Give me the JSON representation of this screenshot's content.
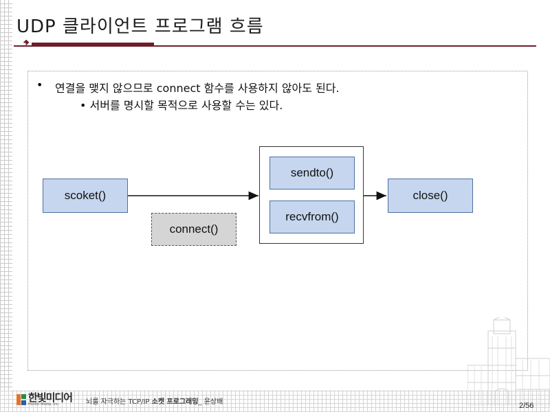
{
  "slide": {
    "title": "UDP 클라이언트 프로그램 흐름",
    "bullet_main": "연결을 맺지 않으므로 connect 함수를 사용하지 않아도 된다.",
    "bullet_sub": "• 서버를 명시할 목적으로 사용할 수는 있다."
  },
  "diagram": {
    "nodes": {
      "socket": "scoket()",
      "connect": "connect()",
      "sendto": "sendto()",
      "recvfrom": "recvfrom()",
      "close": "close()"
    }
  },
  "footer": {
    "logo_text": "한빛미디어",
    "logo_sub": "Hanbit Media, Inc.",
    "book_prefix": "뇌를 자극하는 TCP/IP ",
    "book_bold": "소켓 프로그래밍",
    "book_suffix": "_ 윤상배",
    "page": "2/56"
  },
  "colors": {
    "accent": "#6b1f2a",
    "box_blue": "#c5d6ee",
    "box_border": "#4f6fa3",
    "box_gray": "#d5d5d5"
  }
}
